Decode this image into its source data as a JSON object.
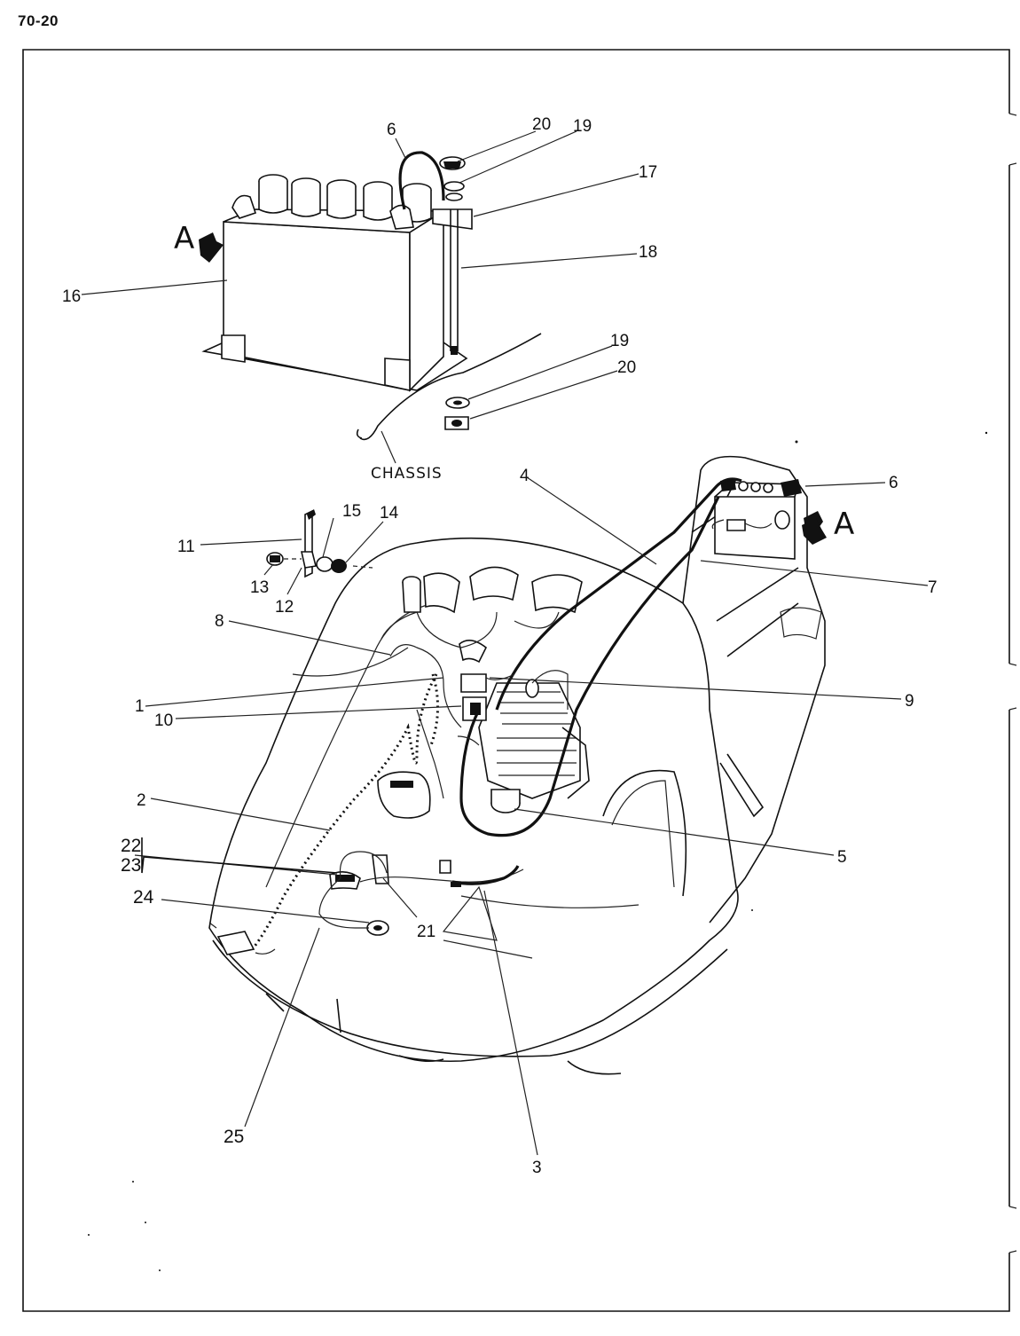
{
  "page_number": "70-20",
  "view_label": "A",
  "chassis_label": "CHASSIS",
  "callouts": {
    "c1": "1",
    "c2": "2",
    "c3": "3",
    "c4": "4",
    "c5": "5",
    "c6": "6",
    "c7": "7",
    "c8": "8",
    "c9": "9",
    "c10": "10",
    "c11": "11",
    "c12": "12",
    "c13": "13",
    "c14": "14",
    "c15": "15",
    "c16": "16",
    "c17": "17",
    "c18": "18",
    "c19": "19",
    "c20": "20",
    "c21": "21",
    "c22": "22",
    "c23": "23",
    "c24": "24",
    "c25": "25"
  }
}
